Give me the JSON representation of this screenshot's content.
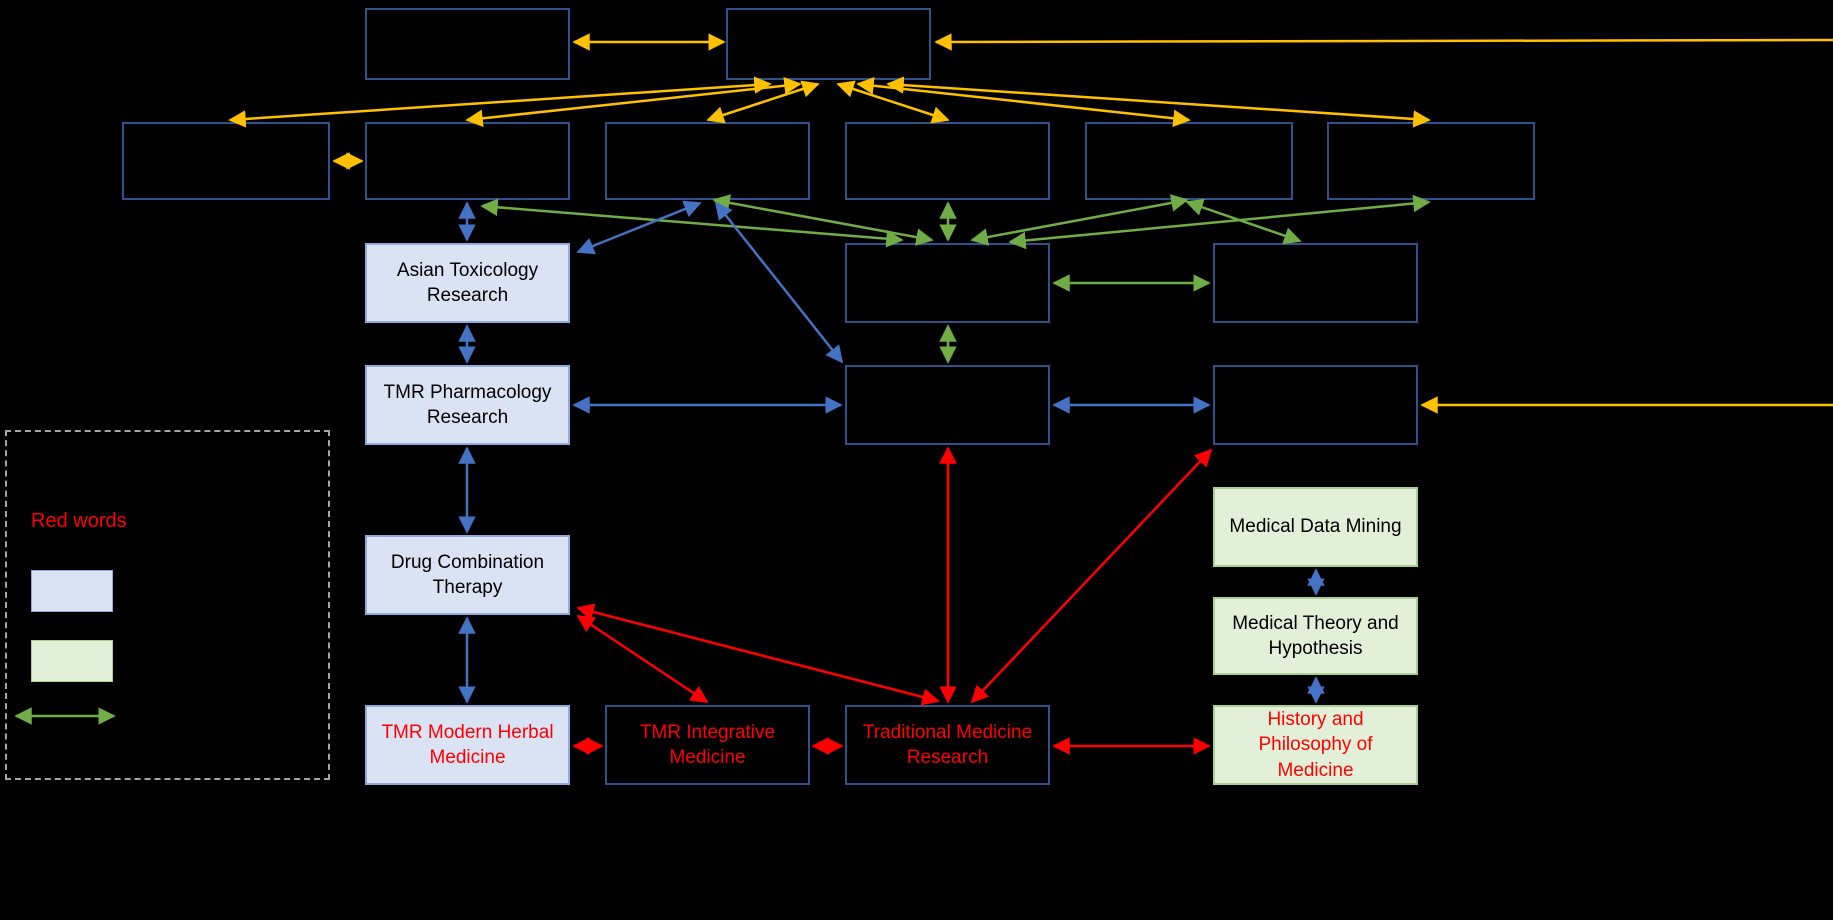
{
  "boxes": {
    "asian_toxicology": "Asian Toxicology Research",
    "tmr_pharmacology": "TMR Pharmacology Research",
    "drug_combination": "Drug Combination Therapy",
    "medical_data_mining": "Medical Data Mining",
    "medical_theory": "Medical Theory and Hypothesis",
    "tmr_modern_herbal": "TMR Modern Herbal Medicine",
    "tmr_integrative": "TMR Integrative Medicine",
    "traditional_medicine": "Traditional Medicine Research",
    "history_philosophy": "History and Philosophy of Medicine"
  },
  "legend": {
    "red_words": "Red words"
  },
  "colors": {
    "background": "#000000",
    "box_border": "#2F528F",
    "lavender_fill": "#DAE3F3",
    "green_fill": "#E2F0D9",
    "orange_arrow": "#FFC000",
    "green_arrow": "#70AD47",
    "blue_arrow": "#4472C4",
    "red": "#FF0000"
  }
}
